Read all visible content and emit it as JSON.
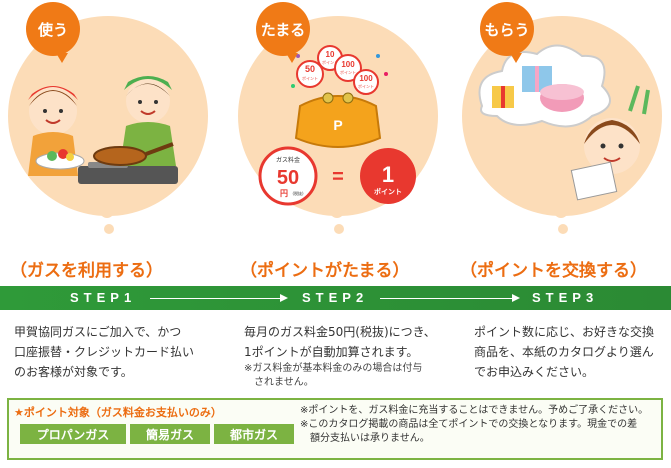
{
  "steps": [
    {
      "tag": "使う",
      "subtitle": "（ガスを利用する）",
      "step_label": "STEP1",
      "description": [
        "甲賀協同ガスにご加入で、かつ",
        "口座振替・クレジットカード払い",
        "のお客様が対象です。"
      ]
    },
    {
      "tag": "たまる",
      "subtitle": "（ポイントがたまる）",
      "step_label": "STEP2",
      "description": [
        "毎月のガス料金50円(税抜)につき、",
        "1ポイントが自動加算されます。"
      ],
      "note": [
        "※ガス料金が基本料金のみの場合は付与",
        "されません。"
      ],
      "illustration": {
        "coins": [
          "50 ポイント",
          "10 ポイント",
          "100 ポイント",
          "100 ポイント"
        ],
        "purse_letter": "P",
        "gas_label": "ガス料金",
        "gas_amount": "50",
        "gas_unit": "円",
        "gas_tax": "(税抜)",
        "equals": "=",
        "point_amount": "1",
        "point_unit": "ポイント"
      }
    },
    {
      "tag": "もらう",
      "subtitle": "（ポイントを交換する）",
      "step_label": "STEP3",
      "description": [
        "ポイント数に応じ、お好きな交換",
        "商品を、本紙のカタログより選ん",
        "でお申込みください。"
      ]
    }
  ],
  "target": {
    "title": "★ポイント対象（ガス料金お支払いのみ）",
    "gas_types": [
      "プロパンガス",
      "簡易ガス",
      "都市ガス"
    ],
    "notes": [
      "※ポイントを、ガス料金に充当することはできません。予めご了承ください。",
      "※このカタログ掲載の商品は全てポイントでの交換となります。現金での差",
      "　額分支払いは承りません。"
    ]
  },
  "colors": {
    "orange": "#f07a16",
    "peach": "#fcdcb7",
    "green": "#2f9a39",
    "light_green": "#7cb342",
    "red": "#e8382f"
  }
}
